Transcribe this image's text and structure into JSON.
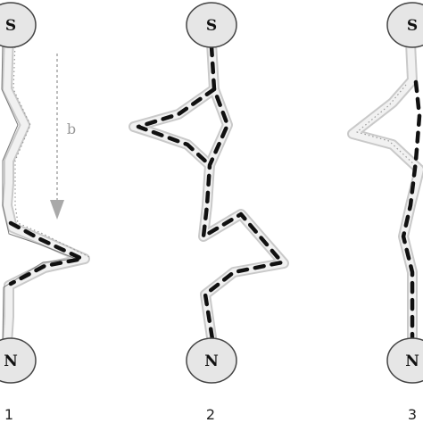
{
  "poles": {
    "top": "S",
    "bottom": "N"
  },
  "arrow": {
    "label": "b"
  },
  "panels": [
    {
      "number": "1"
    },
    {
      "number": "2"
    },
    {
      "number": "3"
    }
  ],
  "colors": {
    "tube_outline": "#c9c9c9",
    "tube_fill": "#f1f1f1",
    "dashed_path": "#111111",
    "pole_fill": "#e6e6e6",
    "arrow": "#a9a9a9"
  }
}
